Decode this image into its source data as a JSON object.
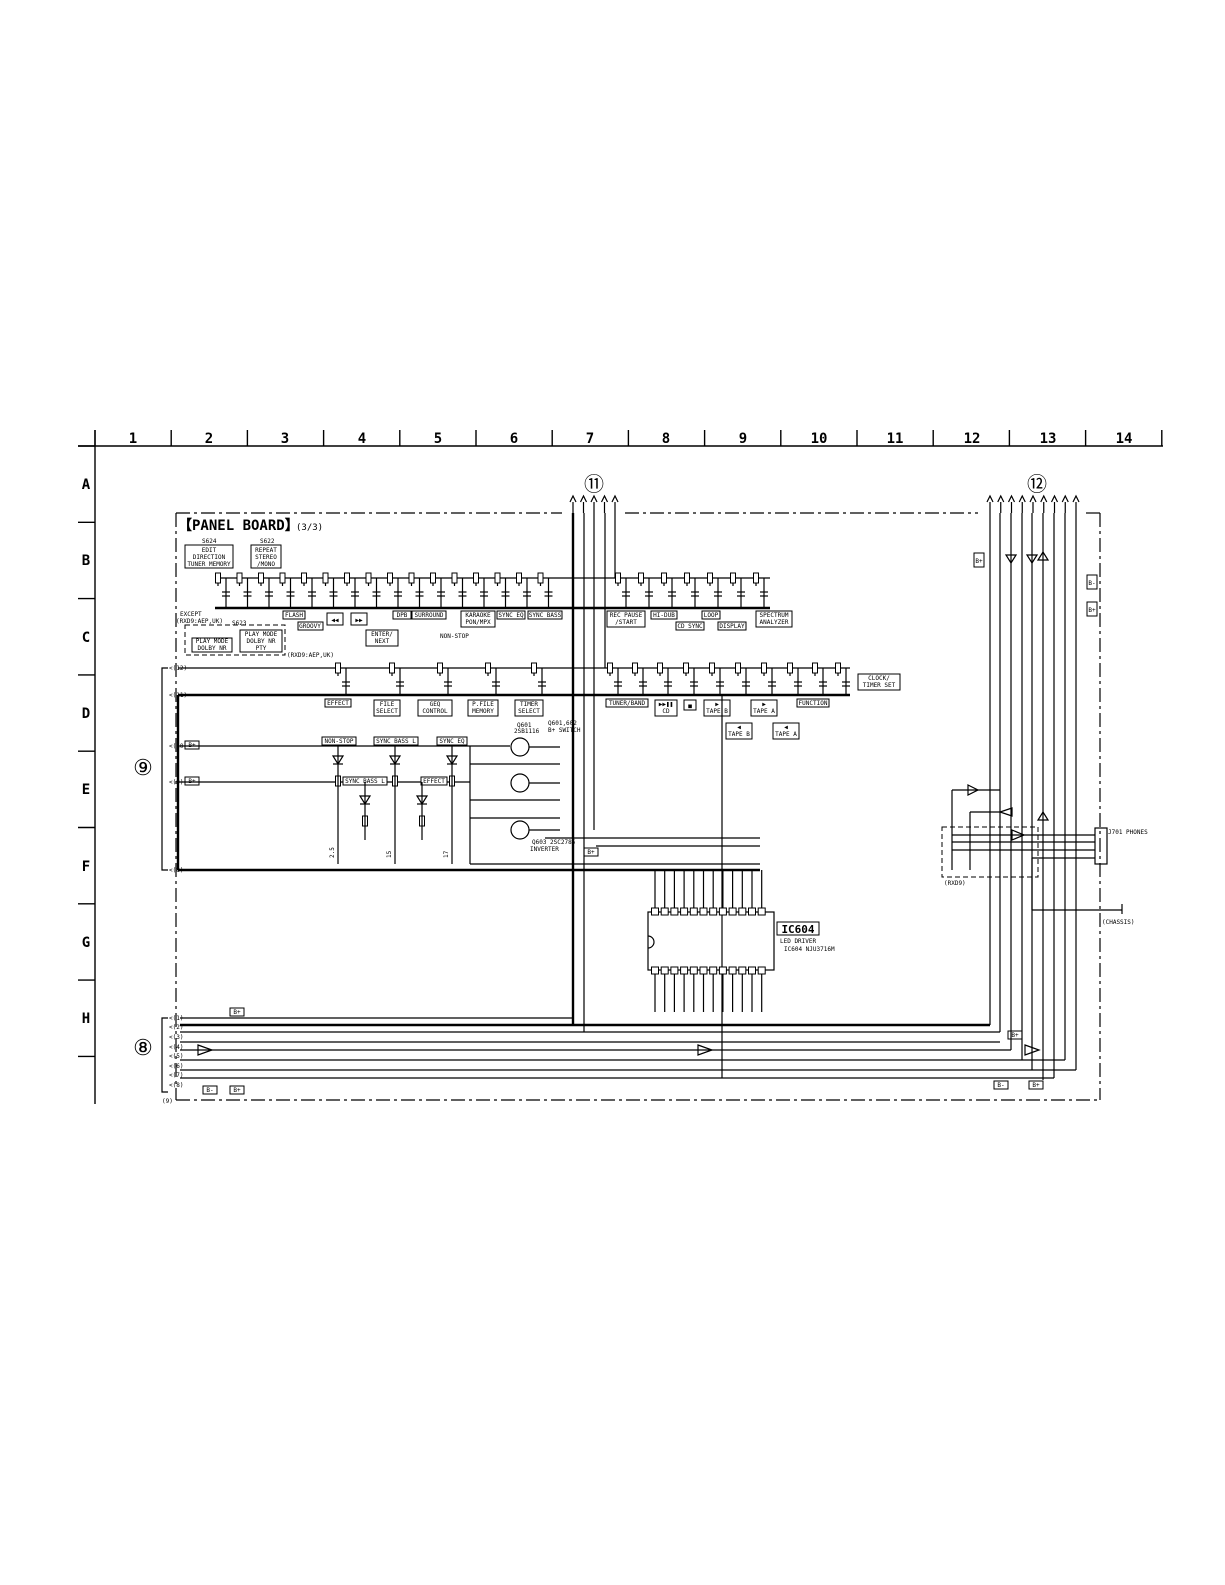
{
  "grid": {
    "columns": [
      "1",
      "2",
      "3",
      "4",
      "5",
      "6",
      "7",
      "8",
      "9",
      "10",
      "11",
      "12",
      "13",
      "14"
    ],
    "rows": [
      "A",
      "B",
      "C",
      "D",
      "E",
      "F",
      "G",
      "H"
    ]
  },
  "board": {
    "title": "【PANEL BOARD】",
    "subtitle": "(3/3)"
  },
  "connectors": {
    "c11": "⑪",
    "c12": "⑫",
    "c9": "⑨",
    "c8": "⑧"
  },
  "ic": {
    "ref": "IC604",
    "name": "LED DRIVER",
    "part": "IC604 NJU3716M"
  },
  "labels": {
    "s624": "S624",
    "s622": "S622",
    "s623": "S623",
    "edit": "EDIT\nDIRECTION\nTUNER MEMORY",
    "repeat": "REPEAT\nSTEREO\n/MONO",
    "except": "EXCEPT\n(RXD9:AEP,UK)",
    "playmode1": "PLAY MODE\nDOLBY NR",
    "playmode2": "PLAY MODE\nDOLBY NR\nPTY",
    "rxd9": "(RXD9:AEP,UK)",
    "flash": "FLASH",
    "groovy": "GROOVY",
    "dpb": "DPB",
    "surround": "SURROUND",
    "karaoke": "KARAOKE\nPON/MPX",
    "syncEq": "SYNC EQ",
    "syncBass": "SYNC BASS",
    "enterNext": "ENTER/\nNEXT",
    "nonStop": "NON-STOP",
    "recPause": "REC PAUSE\n/START",
    "hiDub": "HI-DUB",
    "loop": "LOOP",
    "cdSync": "CD SYNC",
    "display": "DISPLAY",
    "spectrum": "SPECTRUM\nANALYZER",
    "effect": "EFFECT",
    "fileSelect": "FILE\nSELECT",
    "gegControl": "GEQ\nCONTROL",
    "pFileMemory": "P.FILE\nMEMORY",
    "timerSelect": "TIMER\nSELECT",
    "tunerBand": "TUNER/BAND",
    "cd": "CD",
    "tapeB": "TAPE B",
    "tapeA": "TAPE A",
    "function": "FUNCTION",
    "clockTimer": "CLOCK/\nTIMER SET",
    "nonStopLed": "NON-STOP",
    "syncBassL": "SYNC BASS L",
    "syncEqLed": "SYNC EQ",
    "syncBassLed": "SYNC BASS L",
    "effectLed": "EFFECT",
    "q601": "Q601,602\nB+ SWITCH",
    "inverter": "INVERTER",
    "phones": "J701\nPHONES",
    "chassis": "(CHASSIS)",
    "rxd9b": "(RXD9)",
    "bplus": "B+",
    "bminus": "B-"
  }
}
